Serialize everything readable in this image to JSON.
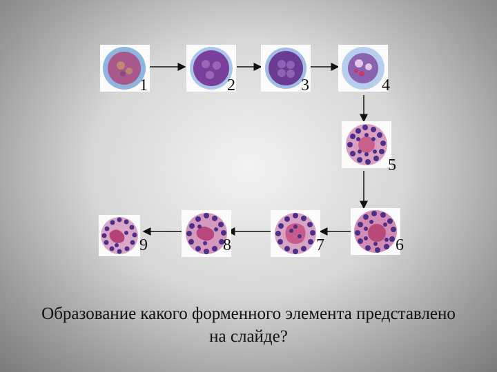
{
  "stages": [
    {
      "label": "1"
    },
    {
      "label": "2"
    },
    {
      "label": "3"
    },
    {
      "label": "4"
    },
    {
      "label": "5"
    },
    {
      "label": "6"
    },
    {
      "label": "7"
    },
    {
      "label": "8"
    },
    {
      "label": "9"
    }
  ],
  "question": "Образование какого форменного элемента представлено\nна слайде?",
  "colors": {
    "cytoplasm_blue": "#8fb6e0",
    "nucleus_purple": "#7a3f9a",
    "granule_dark": "#4b2f8a",
    "cytoplasm_pink": "#d98ab0",
    "arrow": "#111111"
  }
}
